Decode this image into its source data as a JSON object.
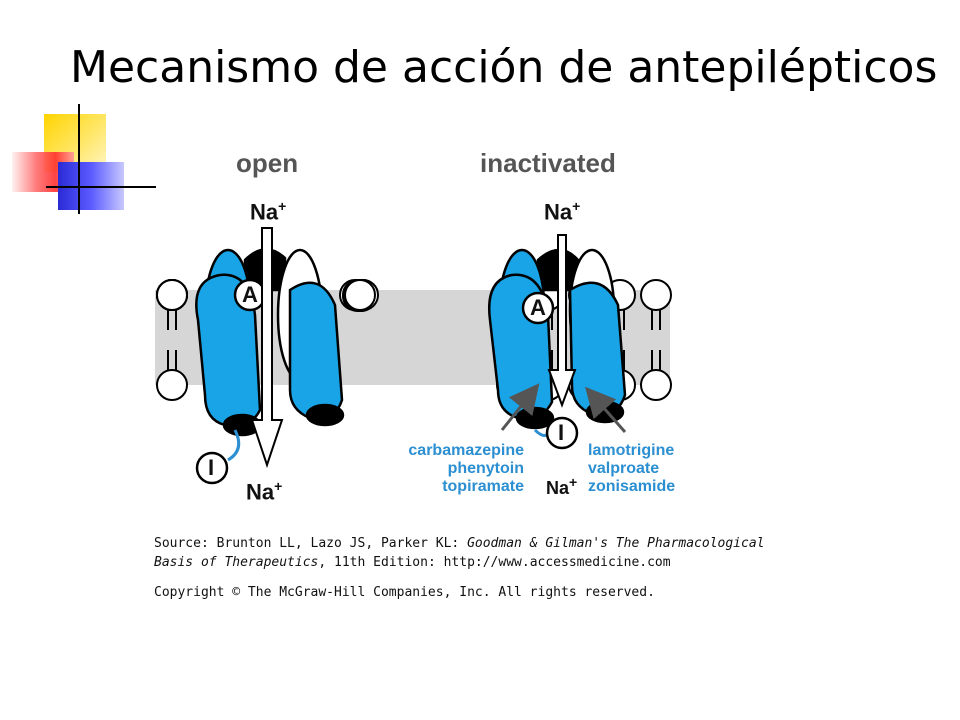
{
  "slide": {
    "title": "Mecanismo de acción de antepilépticos"
  },
  "figure": {
    "states": {
      "open": "open",
      "inactivated": "inactivated"
    },
    "ion": {
      "symbol": "Na",
      "charge": "+"
    },
    "gates": {
      "activation": "A",
      "inactivation": "I"
    },
    "drugs_left": [
      "carbamazepine",
      "phenytoin",
      "topiramate"
    ],
    "drugs_right": [
      "lamotrigine",
      "valproate",
      "zonisamide"
    ]
  },
  "caption": {
    "source_prefix": "Source: Brunton LL, Lazo JS, Parker KL: ",
    "book_title_1": "Goodman & Gilman's The Pharmacological",
    "book_title_2": "Basis of Therapeutics",
    "edition": ", 11th Edition: http://www.accessmedicine.com",
    "copyright": "Copyright © The McGraw-Hill Companies, Inc. All rights reserved."
  },
  "colors": {
    "protein": "#18a4e6",
    "drug_text": "#2b8fd1",
    "membrane": "#d6d6d6",
    "deco_yellow": "#ffd400",
    "deco_red": "#ff3b3b",
    "deco_blue": "#2b2bd6"
  }
}
